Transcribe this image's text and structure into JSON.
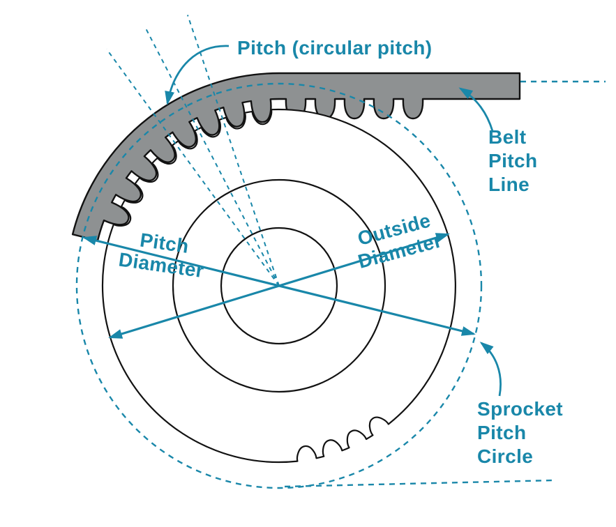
{
  "diagram": {
    "subject": "Timing belt and sprocket pitch geometry diagram",
    "labels": {
      "circular_pitch": "Pitch (circular pitch)",
      "belt_pitch_line": [
        "Belt",
        "Pitch",
        "Line"
      ],
      "pitch_diameter": [
        "Pitch",
        "Diameter"
      ],
      "outside_diameter": [
        "Outside",
        "Diameter"
      ],
      "sprocket_pitch_circle": [
        "Sprocket",
        "Pitch",
        "Circle"
      ]
    },
    "colors": {
      "accent": "#1987a9",
      "belt_fill": "#8e9192",
      "outline": "#121212",
      "background": "#ffffff"
    }
  }
}
